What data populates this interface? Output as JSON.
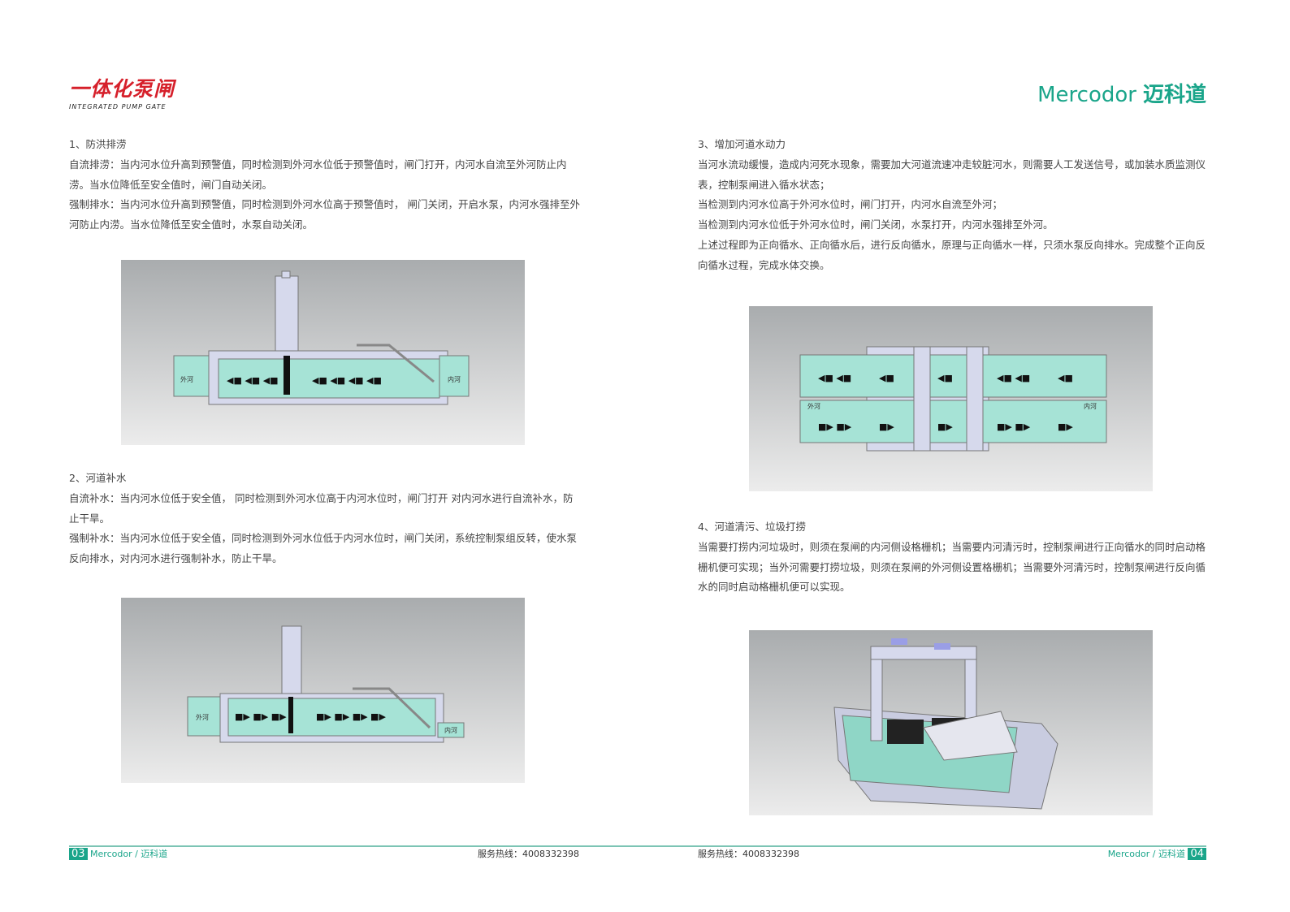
{
  "header": {
    "logo_cn": "一体化泵闸",
    "logo_en": "INTEGRATED PUMP GATE",
    "brand_en": "Mercodor",
    "brand_cn": "迈科道"
  },
  "left": {
    "s1": {
      "title": "1、防洪排涝",
      "p1": "自流排涝：当内河水位升高到预警值，同时检测到外河水位低于预警值时，闸门打开，内河水自流至外河防止内涝。当水位降低至安全值时，闸门自动关闭。",
      "p2": "强制排水：当内河水位升高到预警值，同时检测到外河水位高于预警值时， 闸门关闭，开启水泵，内河水强排至外河防止内涝。当水位降低至安全值时，水泵自动关闭。"
    },
    "s2": {
      "title": "2、河道补水",
      "p1": "自流补水：当内河水位低于安全值， 同时检测到外河水位高于内河水位时，闸门打开  对内河水进行自流补水，防止干旱。",
      "p2": "强制补水：当内河水位低于安全值，同时检测到外河水位低于内河水位时，闸门关闭，系统控制泵组反转，使水泵反向排水，对内河水进行强制补水，防止干旱。"
    },
    "diagram_labels": {
      "outer": "外河",
      "inner": "内河"
    }
  },
  "right": {
    "s3": {
      "title": "3、增加河道水动力",
      "p1": "当河水流动缓慢，造成内河死水现象，需要加大河道流速冲走较脏河水，则需要人工发送信号，或加装水质监测仪表，控制泵闸进入循水状态；",
      "p2": "当检测到内河水位高于外河水位时，闸门打开，内河水自流至外河；",
      "p3": "当检测到内河水位低于外河水位时，闸门关闭，水泵打开，内河水强排至外河。",
      "p4": "上述过程即为正向循水、正向循水后，进行反向循水，原理与正向循水一样，只须水泵反向排水。完成整个正向反向循水过程，完成水体交换。"
    },
    "s4": {
      "title": "4、河道清污、垃圾打捞",
      "p1": "当需要打捞内河垃圾时，则须在泵闸的内河侧设格栅机；当需要内河清污时，控制泵闸进行正向循水的同时启动格栅机便可实现；当外河需要打捞垃圾，则须在泵闸的外河侧设置格栅机；当需要外河清污时，控制泵闸进行反向循水的同时启动格栅机便可以实现。"
    }
  },
  "footer": {
    "page_left": "03",
    "page_right": "04",
    "brand": "Mercodor / 迈科道",
    "hotline_left": "服务热线：4008332398",
    "hotline_right": "服务热线：4008332398"
  },
  "colors": {
    "accent": "#1aa58a",
    "logo": "#d6202b",
    "water": "#a6e3d6"
  }
}
